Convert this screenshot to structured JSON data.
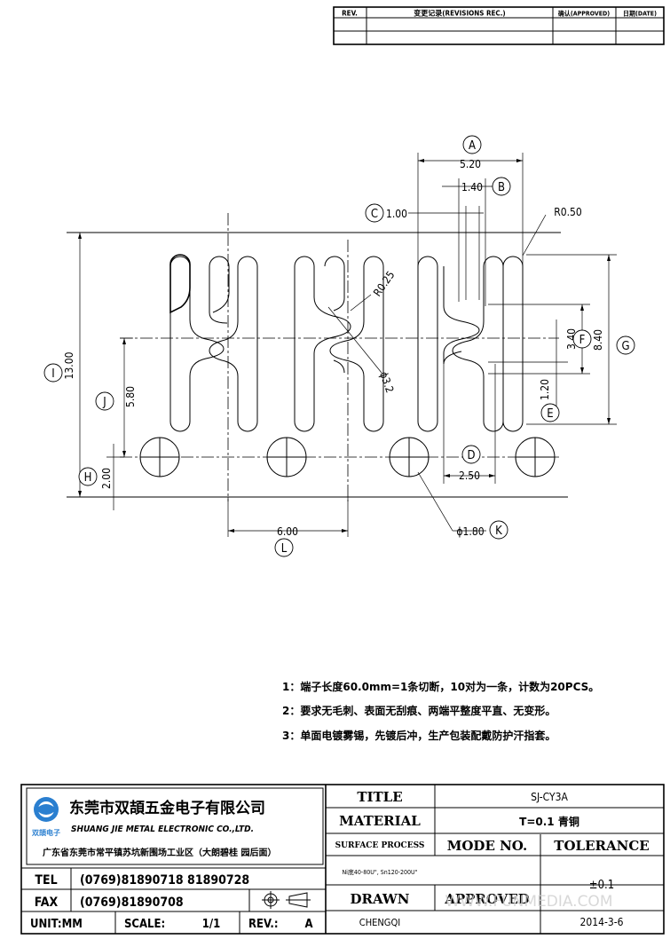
{
  "revision_table": {
    "headers": {
      "rev": "REV.",
      "record": "变更记录(REVISIONS REC.)",
      "approved": "确认(APPROVED)",
      "date": "日期(DATE)"
    }
  },
  "dimensions": {
    "a": "5.20",
    "b": "1.40",
    "c": "1.00",
    "r050": "R0.50",
    "r025": "R0.25",
    "f": "3.40",
    "g": "8.40",
    "phi32": "ɸ3.2",
    "i": "13.00",
    "j": "5.80",
    "e": "1.20",
    "d": "2.50",
    "h": "2.00",
    "k": "ɸ1.80",
    "l": "6.00"
  },
  "balloons": {
    "a": "A",
    "b": "B",
    "c": "C",
    "d": "D",
    "e": "E",
    "f": "F",
    "g": "G",
    "h": "H",
    "i": "I",
    "j": "J",
    "k": "K",
    "l": "L"
  },
  "notes": [
    "1：端子长度60.0mm=1条切断，10对为一条，计数为20PCS。",
    "2：要求无毛刺、表面无刮痕、两端平整度平直、无变形。",
    "3：单面电镀雾锡，先镀后冲，生产包装配戴防护汗指套。"
  ],
  "title_block": {
    "company_cn": "东莞市双頡五金电子有限公司",
    "company_en": "SHUANG JIE METAL ELECTRONIC CO.,LTD.",
    "logo_text": "双頡电子",
    "address": "广东省东莞市常平镇苏坑新围场工业区（大朗碧桂 园后面）",
    "tel_label": "TEL",
    "tel_value": "(0769)81890718 81890728",
    "fax_label": "FAX",
    "fax_value": "(0769)81890708",
    "unit_label": "UNIT:MM",
    "scale_label": "SCALE:",
    "scale_value": "1/1",
    "rev_label": "REV.:",
    "rev_value": "A",
    "title_label": "TITLE",
    "title_value": "SJ-CY3A",
    "material_label": "MATERIAL",
    "material_value": "T=0.1 青铜",
    "surface_label": "SURFACE PROCESS",
    "mode_label": "MODE NO.",
    "tolerance_label": "TOLERANCE",
    "surface_value": "Ni底40-80U\", Sn120-200U\"",
    "tolerance_value": "±0.1",
    "drawn_label": "DRAWN",
    "approved_label": "APPROVED",
    "drawn_value": "CHENGQI",
    "date_value": "2014-3-6"
  },
  "watermark": "WWW.FUNMEDIA.COM"
}
